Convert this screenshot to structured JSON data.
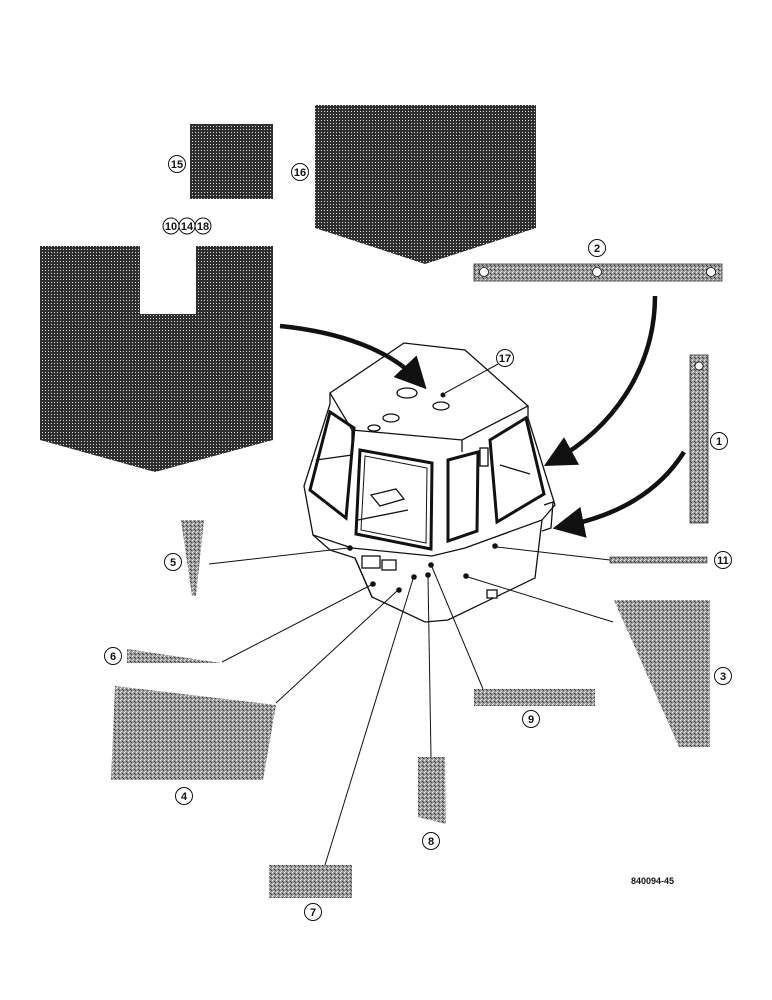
{
  "figure_number": "840094-45",
  "callouts": {
    "c1": "1",
    "c2": "2",
    "c3": "3",
    "c4": "4",
    "c5": "5",
    "c6": "6",
    "c7": "7",
    "c8": "8",
    "c9": "9",
    "c10": "10",
    "c11": "11",
    "c14": "14",
    "c15": "15",
    "c16": "16",
    "c17": "17",
    "c18": "18"
  },
  "colors": {
    "ink": "#111111",
    "fill_dark": "#2a2a2a",
    "fill_light": "#8c8c8c"
  }
}
